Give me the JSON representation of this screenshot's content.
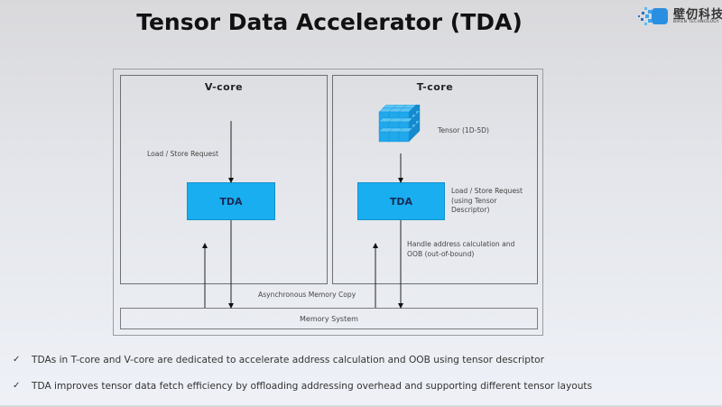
{
  "title": "Tensor Data Accelerator (TDA)",
  "logo": {
    "icon": "biren-logo-icon",
    "name_cn": "壁仞科技",
    "name_en": "BIREN TECHNOLOGY"
  },
  "diagram": {
    "v_core": {
      "title": "V-core",
      "request_label": "Load / Store Request",
      "tda_label": "TDA"
    },
    "t_core": {
      "title": "T-core",
      "tensor_label": "Tensor (1D-5D)",
      "tensor_icon": "tensor-cube-icon",
      "tda_label": "TDA",
      "request_label_lines": [
        "Load / Store Request",
        "(using Tensor",
        "Descriptor)"
      ],
      "handle_label_lines": [
        "Handle address calculation and",
        "OOB (out-of-bound)"
      ]
    },
    "async_copy_label": "Asynchronous Memory Copy",
    "memory_system_label": "Memory System",
    "colors": {
      "tda_fill": "#19aef0",
      "tensor_cube": "#1fa8ec"
    }
  },
  "bullets": [
    {
      "icon": "checkmark-icon",
      "glyph": "✓",
      "text": "TDAs in T-core and V-core are dedicated to accelerate address calculation and OOB using tensor descriptor"
    },
    {
      "icon": "checkmark-icon",
      "glyph": "✓",
      "text": "TDA improves tensor data fetch efficiency by offloading addressing overhead and supporting different tensor layouts"
    }
  ]
}
